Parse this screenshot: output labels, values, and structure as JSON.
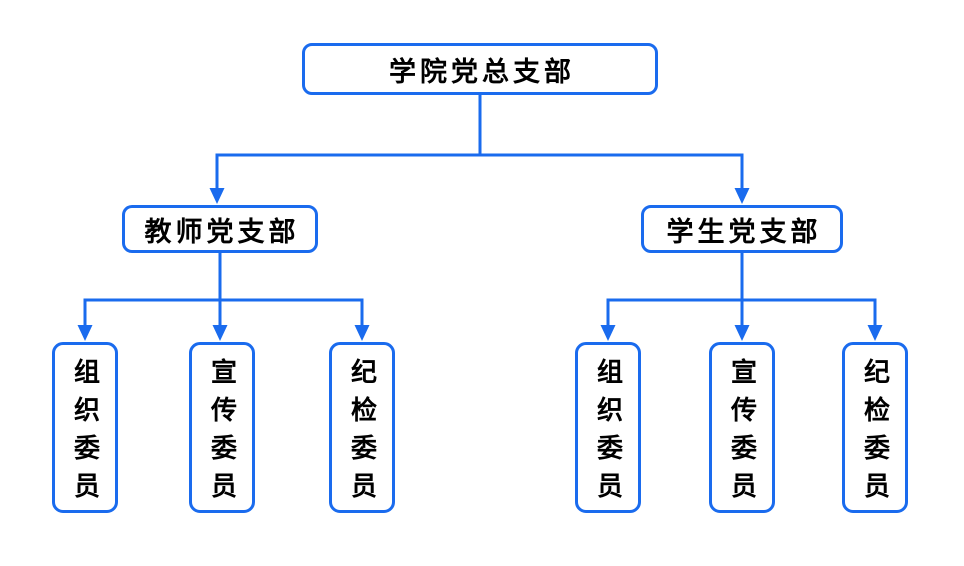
{
  "diagram": {
    "type": "org-chart",
    "accent_color": "#1a6bee",
    "text_color": "#000000",
    "background_color": "#ffffff",
    "root": {
      "label": "学院党总支部"
    },
    "branches": [
      {
        "label": "教师党支部",
        "children": [
          {
            "label": "组织委员"
          },
          {
            "label": "宣传委员"
          },
          {
            "label": "纪检委员"
          }
        ]
      },
      {
        "label": "学生党支部",
        "children": [
          {
            "label": "组织委员"
          },
          {
            "label": "宣传委员"
          },
          {
            "label": "纪检委员"
          }
        ]
      }
    ]
  }
}
